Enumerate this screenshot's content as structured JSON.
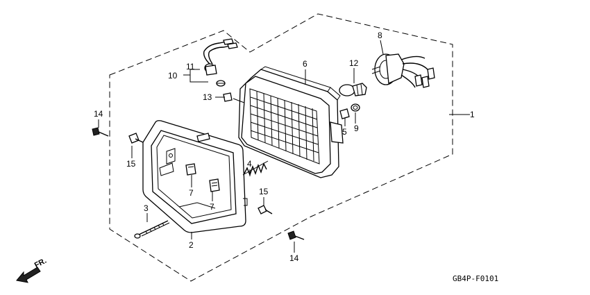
{
  "diagram": {
    "drawing_code": "GB4P-F0101",
    "direction_label": "FR.",
    "callouts": {
      "c1": "1",
      "c2": "2",
      "c3": "3",
      "c4": "4",
      "c5": "5",
      "c6": "6",
      "c7a": "7",
      "c7b": "7",
      "c8": "8",
      "c9": "9",
      "c10": "10",
      "c11": "11",
      "c12": "12",
      "c13": "13",
      "c14a": "14",
      "c14b": "14",
      "c15a": "15",
      "c15b": "15"
    }
  }
}
